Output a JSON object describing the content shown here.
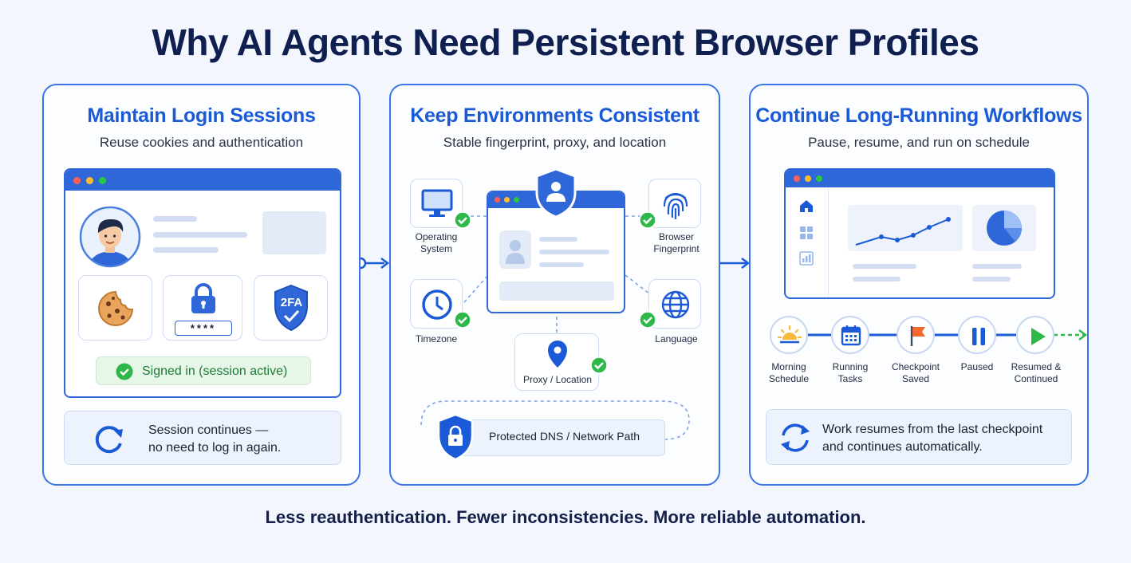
{
  "title": "Why AI Agents Need Persistent Browser Profiles",
  "panels": [
    {
      "title": "Maintain Login Sessions",
      "subtitle": "Reuse cookies and authentication",
      "password_mask": "****",
      "badge_2fa": "2FA",
      "status": "Signed in (session active)",
      "note_line1": "Session continues —",
      "note_line2": "no need to log in again."
    },
    {
      "title": "Keep Environments Consistent",
      "subtitle": "Stable fingerprint, proxy, and location",
      "items": {
        "os_line1": "Operating",
        "os_line2": "System",
        "fp_line1": "Browser",
        "fp_line2": "Fingerprint",
        "timezone": "Timezone",
        "language": "Language",
        "proxy": "Proxy / Location"
      },
      "network": "Protected DNS / Network Path"
    },
    {
      "title": "Continue Long-Running Workflows",
      "subtitle": "Pause, resume, and run on schedule",
      "steps": [
        {
          "line1": "Morning",
          "line2": "Schedule"
        },
        {
          "line1": "Running",
          "line2": "Tasks"
        },
        {
          "line1": "Checkpoint",
          "line2": "Saved"
        },
        {
          "line1": "Paused",
          "line2": ""
        },
        {
          "line1": "Resumed &",
          "line2": "Continued"
        }
      ],
      "note_line1": "Work resumes from the last checkpoint",
      "note_line2": "and continues automatically."
    }
  ],
  "footer": "Less reauthentication. Fewer inconsistencies. More reliable automation.",
  "colors": {
    "accent": "#1b5ad6",
    "panel_border": "#3b74e6",
    "success": "#2eb84a",
    "title": "#0f1f4f"
  }
}
